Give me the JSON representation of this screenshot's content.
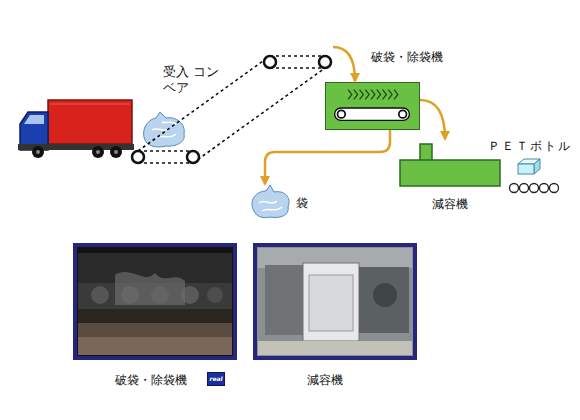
{
  "diagram": {
    "nodes": [
      {
        "text": [
          "受入 コンベア"
        ]
      },
      {
        "text": [
          "破袋・除袋機"
        ]
      },
      {
        "text": [
          "袋"
        ]
      },
      {
        "text": [
          "減容機"
        ]
      },
      {
        "text": [
          "ＰＥＴボトル"
        ]
      },
      {
        "text": [
          "破袋・除袋機"
        ]
      },
      {
        "text": [
          "減容機"
        ]
      }
    ],
    "edges": [
      {
        "from": 0,
        "to": 1,
        "arrow": "to"
      },
      {
        "from": 1,
        "to": 3,
        "arrow": "to"
      },
      {
        "from": 1,
        "to": 2,
        "arrow": "to"
      }
    ],
    "labels": [
      "real"
    ]
  }
}
